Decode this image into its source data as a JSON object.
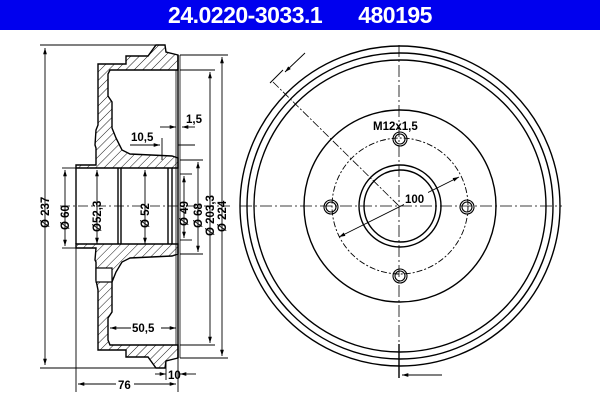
{
  "header": {
    "part_number": "24.0220-3033.1",
    "ref_number": "480195",
    "background": "#0000ee"
  },
  "section_view": {
    "dimensions": {
      "outer_diameter": "Ø 237",
      "hub_diameter": "Ø 60",
      "bore_1": "Ø52,3",
      "bore_2": "Ø 52",
      "bore_3": "Ø 49",
      "flange_diameter": "Ø 68",
      "drum_inner_diameter": "Ø 203,3",
      "drum_outer_diameter": "Ø 224",
      "offset_1": "10,5",
      "offset_2": "1,5",
      "depth": "50,5",
      "total_height": "76",
      "rim_width": "10"
    }
  },
  "front_view": {
    "thread_label": "M12x1,5",
    "pcd_label": "100",
    "bolt_holes": 4
  }
}
